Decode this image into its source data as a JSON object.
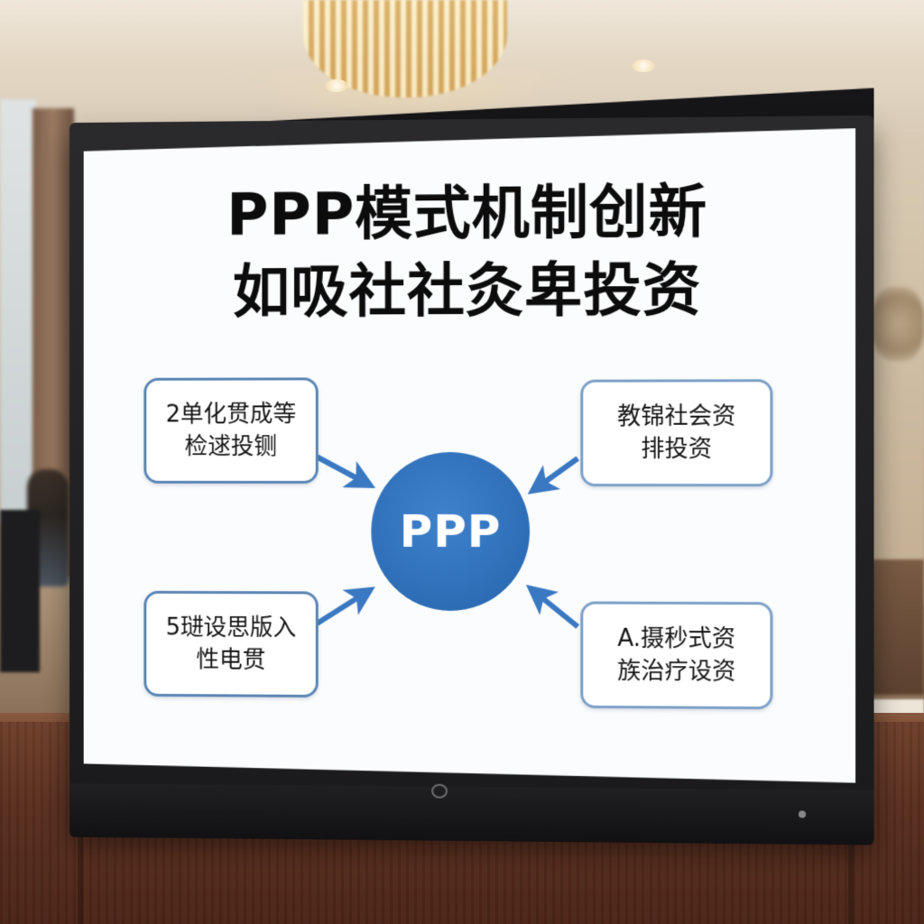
{
  "title": {
    "line1": "PPP模式机制创新",
    "line2": "如吸社社灸卑投资"
  },
  "hub": {
    "label": "PPP",
    "color": "#2f6fb8"
  },
  "nodes": {
    "top_left": {
      "line1": "2单化贯成等",
      "line2": "检逑投铡"
    },
    "top_right": {
      "line1": "教锦社会资",
      "line2": "排投资"
    },
    "bottom_left": {
      "line1": "5琎设思版入",
      "line2": "性电贯"
    },
    "bottom_right": {
      "line1": "A.摄秒式资",
      "line2": "族治疗设资"
    }
  },
  "colors": {
    "box_border": "#5c86b5",
    "arrow": "#3a78c2",
    "screen_bg": "#fbfcfd"
  }
}
